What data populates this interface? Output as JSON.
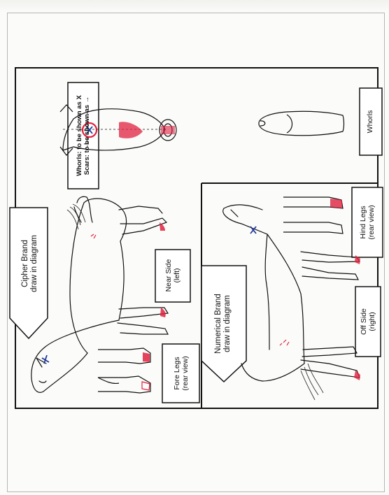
{
  "legend": {
    "whorls_note": "Whorls: to be shown as X",
    "scars_note": "Scars: to be shown as →"
  },
  "panels": {
    "cipher_brand": {
      "line1": "Cipher Brand",
      "line2": "draw in diagram"
    },
    "numerical_brand": {
      "line1": "Numerical Brand",
      "line2": "draw in diagram"
    }
  },
  "view_labels": {
    "near_side": {
      "line1": "Near Side",
      "line2": "(left)"
    },
    "fore_legs": {
      "line1": "Fore Legs",
      "line2": "(rear view)"
    },
    "whorls": {
      "line1": "Whorls"
    },
    "hind_legs": {
      "line1": "Hind Legs",
      "line2": "(rear view)"
    },
    "off_side": {
      "line1": "Off Side",
      "line2": "(right)"
    }
  },
  "colors": {
    "outline": "#111111",
    "whorl_mark": "#1f3a9a",
    "marking": "#e0223f"
  }
}
